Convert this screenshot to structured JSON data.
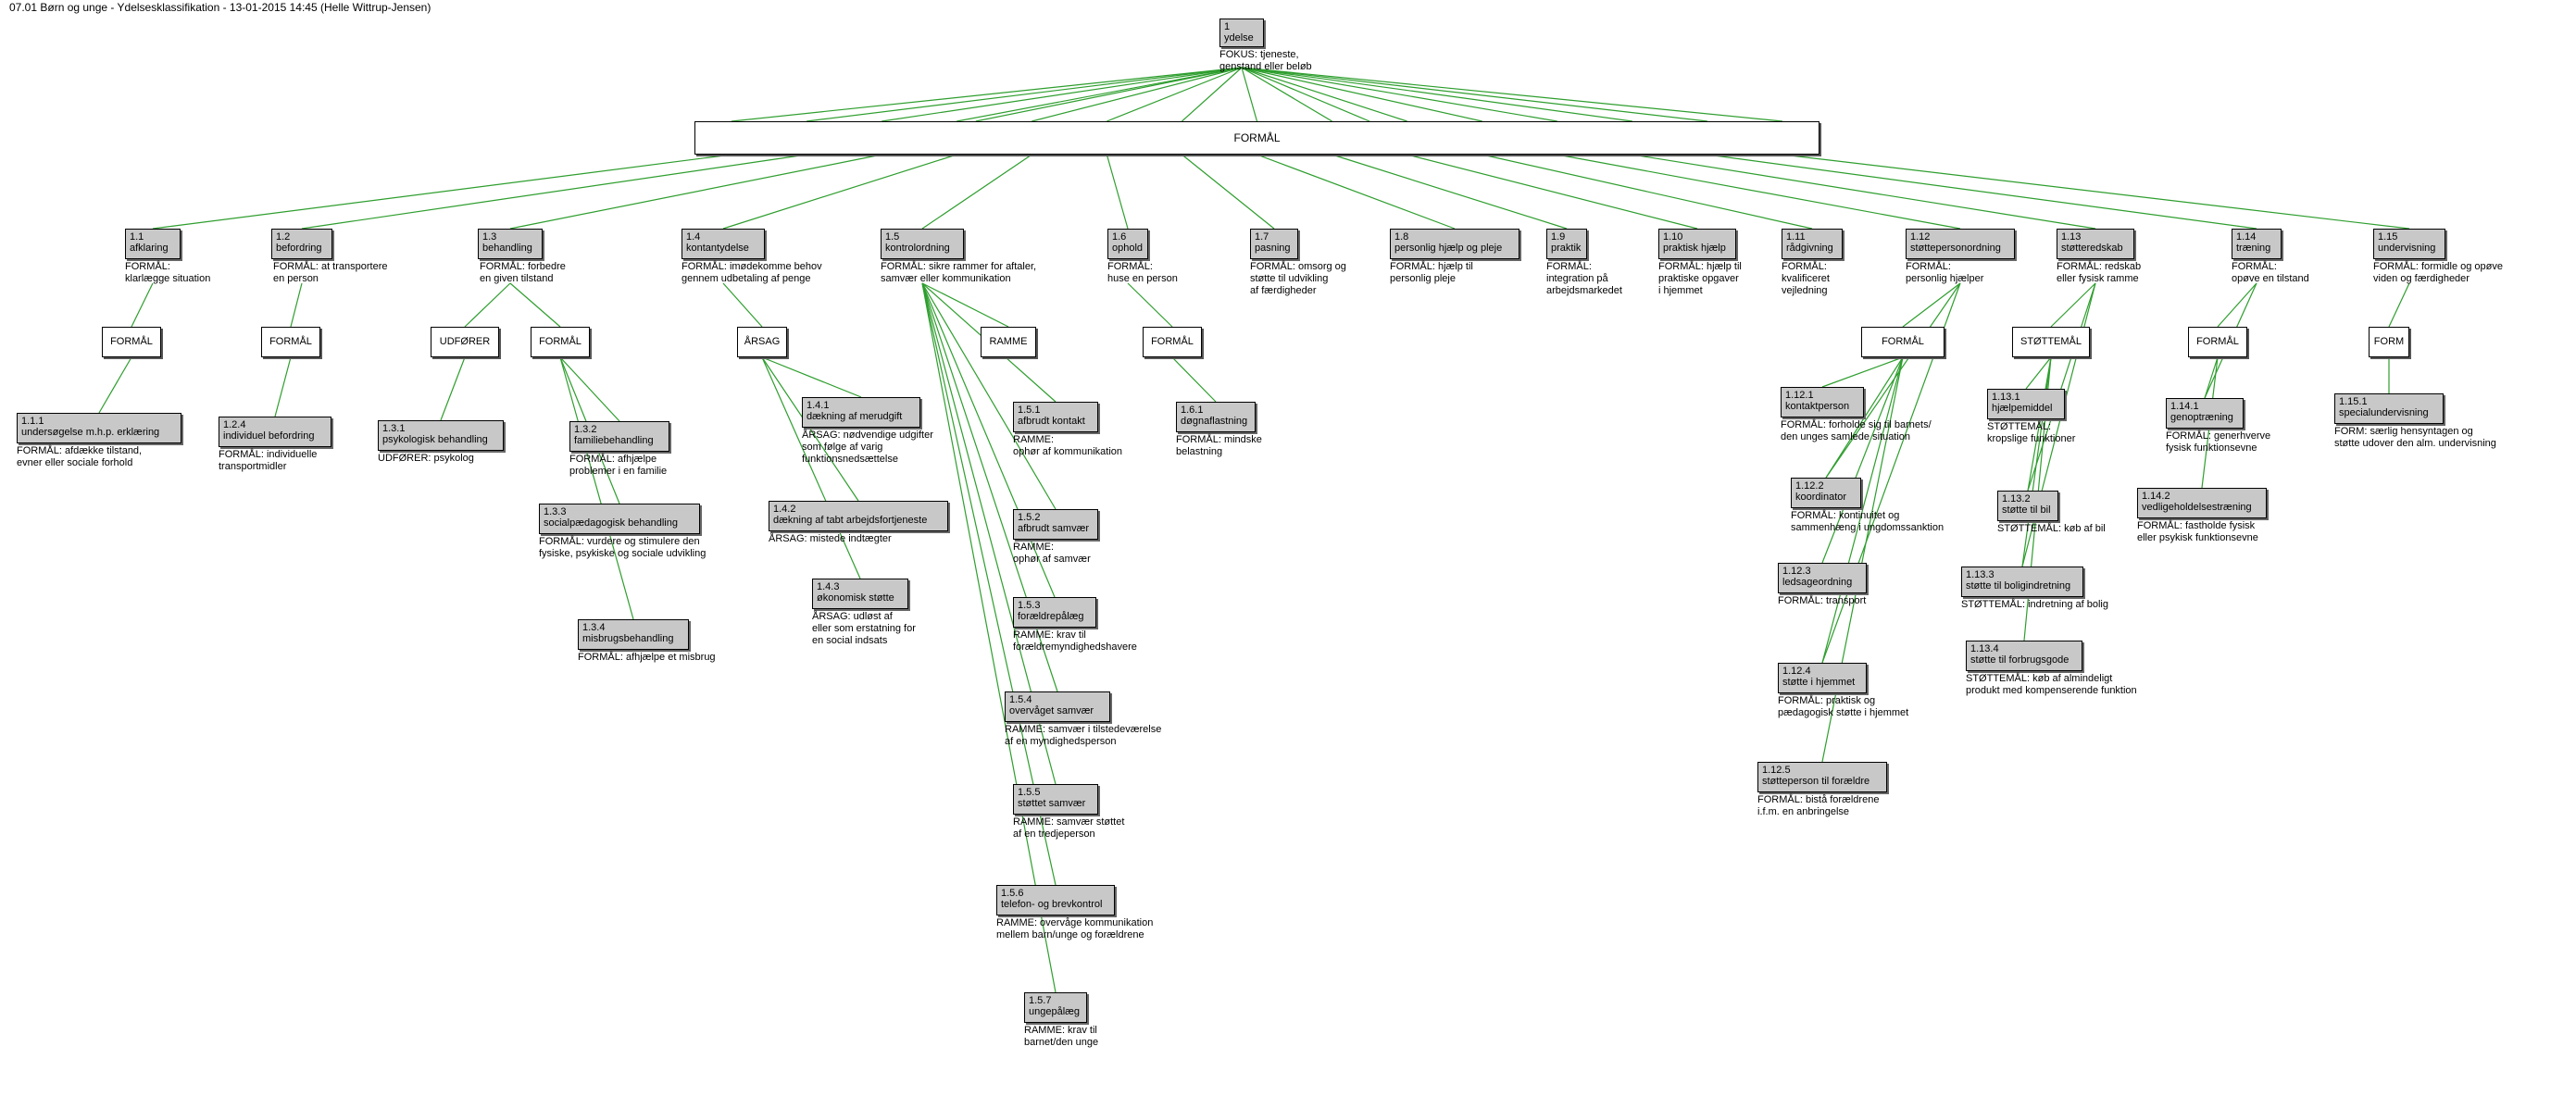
{
  "title": "07.01 Børn og unge - Ydelsesklassifikation - 13-01-2015 14:45 (Helle Wittrup-Jensen)",
  "line_color": "#2e9e2e",
  "node_fill": "#c8c8c8",
  "nodes": {
    "root": {
      "id": "1",
      "name": "ydelse",
      "desc": "FOKUS: tjeneste,\ngenstand eller beløb"
    },
    "formal_bar": {
      "label": "FORMÅL"
    },
    "n1_1": {
      "id": "1.1",
      "name": "afklaring",
      "desc": "FORMÅL:\nklarlægge situation"
    },
    "k1_1": {
      "label": "FORMÅL"
    },
    "n1_1_1": {
      "id": "1.1.1",
      "name": "undersøgelse m.h.p. erklæring",
      "desc": "FORMÅL: afdække tilstand,\nevner eller sociale forhold"
    },
    "n1_2": {
      "id": "1.2",
      "name": "befordring",
      "desc": "FORMÅL: at transportere\nen person"
    },
    "k1_2": {
      "label": "FORMÅL"
    },
    "n1_2_4": {
      "id": "1.2.4",
      "name": "individuel befordring",
      "desc": "FORMÅL: individuelle\ntransportmidler"
    },
    "n1_3": {
      "id": "1.3",
      "name": "behandling",
      "desc": "FORMÅL: forbedre\nen given tilstand"
    },
    "k1_3u": {
      "label": "UDFØRER"
    },
    "k1_3f": {
      "label": "FORMÅL"
    },
    "n1_3_1": {
      "id": "1.3.1",
      "name": "psykologisk behandling",
      "desc": "UDFØRER: psykolog"
    },
    "n1_3_2": {
      "id": "1.3.2",
      "name": "familiebehandling",
      "desc": "FORMÅL: afhjælpe\nproblemer i en familie"
    },
    "n1_3_3": {
      "id": "1.3.3",
      "name": "socialpædagogisk behandling",
      "desc": "FORMÅL: vurdere og stimulere den\nfysiske, psykiske og sociale udvikling"
    },
    "n1_3_4": {
      "id": "1.3.4",
      "name": "misbrugsbehandling",
      "desc": "FORMÅL: afhjælpe et misbrug"
    },
    "n1_4": {
      "id": "1.4",
      "name": "kontantydelse",
      "desc": "FORMÅL: imødekomme behov\ngennem udbetaling af penge"
    },
    "k1_4": {
      "label": "ÅRSAG"
    },
    "n1_4_1": {
      "id": "1.4.1",
      "name": "dækning af merudgift",
      "desc": "ÅRSAG: nødvendige udgifter\nsom følge af varig\nfunktionsnedsættelse"
    },
    "n1_4_2": {
      "id": "1.4.2",
      "name": "dækning af tabt arbejdsfortjeneste",
      "desc": "ÅRSAG: mistede indtægter"
    },
    "n1_4_3": {
      "id": "1.4.3",
      "name": "økonomisk støtte",
      "desc": "ÅRSAG: udløst af\neller som erstatning for\nen social indsats"
    },
    "n1_5": {
      "id": "1.5",
      "name": "kontrolordning",
      "desc": "FORMÅL: sikre rammer for aftaler,\nsamvær eller kommunikation"
    },
    "k1_5": {
      "label": "RAMME"
    },
    "n1_5_1": {
      "id": "1.5.1",
      "name": "afbrudt kontakt",
      "desc": "RAMME:\nophør af kommunikation"
    },
    "n1_5_2": {
      "id": "1.5.2",
      "name": "afbrudt samvær",
      "desc": "RAMME:\nophør af samvær"
    },
    "n1_5_3": {
      "id": "1.5.3",
      "name": "forældrepålæg",
      "desc": "RAMME: krav til\nforældremyndighedshavere"
    },
    "n1_5_4": {
      "id": "1.5.4",
      "name": "overvåget samvær",
      "desc": "RAMME: samvær i tilstedeværelse\naf en myndighedsperson"
    },
    "n1_5_5": {
      "id": "1.5.5",
      "name": "støttet samvær",
      "desc": "RAMME: samvær støttet\naf en tredjeperson"
    },
    "n1_5_6": {
      "id": "1.5.6",
      "name": "telefon- og brevkontrol",
      "desc": "RAMME: overvåge kommunikation\nmellem barn/unge og forældrene"
    },
    "n1_5_7": {
      "id": "1.5.7",
      "name": "ungepålæg",
      "desc": "RAMME: krav til\nbarnet/den unge"
    },
    "n1_6": {
      "id": "1.6",
      "name": "ophold",
      "desc": "FORMÅL:\nhuse en person"
    },
    "k1_6": {
      "label": "FORMÅL"
    },
    "n1_6_1": {
      "id": "1.6.1",
      "name": "døgnaflastning",
      "desc": "FORMÅL: mindske\nbelastning"
    },
    "n1_7": {
      "id": "1.7",
      "name": "pasning",
      "desc": "FORMÅL: omsorg og\nstøtte til udvikling\naf færdigheder"
    },
    "n1_8": {
      "id": "1.8",
      "name": "personlig hjælp og pleje",
      "desc": "FORMÅL: hjælp til\npersonlig pleje"
    },
    "n1_9": {
      "id": "1.9",
      "name": "praktik",
      "desc": "FORMÅL:\nintegration på\narbejdsmarkedet"
    },
    "n1_10": {
      "id": "1.10",
      "name": "praktisk hjælp",
      "desc": "FORMÅL: hjælp til\npraktiske opgaver\ni hjemmet"
    },
    "n1_11": {
      "id": "1.11",
      "name": "rådgivning",
      "desc": "FORMÅL:\nkvalificeret\nvejledning"
    },
    "n1_12": {
      "id": "1.12",
      "name": "støttepersonordning",
      "desc": "FORMÅL:\npersonlig hjælper"
    },
    "k1_12": {
      "label": "FORMÅL"
    },
    "n1_12_1": {
      "id": "1.12.1",
      "name": "kontaktperson",
      "desc": "FORMÅL: forholde sig til barnets/\nden unges samlede situation"
    },
    "n1_12_2": {
      "id": "1.12.2",
      "name": "koordinator",
      "desc": "FORMÅL: kontinuitet og\nsammenhæng i ungdomssanktion"
    },
    "n1_12_3": {
      "id": "1.12.3",
      "name": "ledsageordning",
      "desc": "FORMÅL: transport"
    },
    "n1_12_4": {
      "id": "1.12.4",
      "name": "støtte i hjemmet",
      "desc": "FORMÅL: praktisk og\npædagogisk støtte i hjemmet"
    },
    "n1_12_5": {
      "id": "1.12.5",
      "name": "støtteperson til forældre",
      "desc": "FORMÅL: bistå forældrene\ni.f.m. en anbringelse"
    },
    "n1_13": {
      "id": "1.13",
      "name": "støtteredskab",
      "desc": "FORMÅL: redskab\neller fysisk ramme"
    },
    "k1_13": {
      "label": "STØTTEMÅL"
    },
    "n1_13_1": {
      "id": "1.13.1",
      "name": "hjælpemiddel",
      "desc": "STØTTEMÅL:\nkropslige funktioner"
    },
    "n1_13_2": {
      "id": "1.13.2",
      "name": "støtte til bil",
      "desc": "STØTTEMÅL: køb af bil"
    },
    "n1_13_3": {
      "id": "1.13.3",
      "name": "støtte til boligindretning",
      "desc": "STØTTEMÅL: indretning af bolig"
    },
    "n1_13_4": {
      "id": "1.13.4",
      "name": "støtte til forbrugsgode",
      "desc": "STØTTEMÅL: køb af almindeligt\nprodukt med kompenserende funktion"
    },
    "n1_14": {
      "id": "1.14",
      "name": "træning",
      "desc": "FORMÅL:\nopøve en tilstand"
    },
    "k1_14": {
      "label": "FORMÅL"
    },
    "n1_14_1": {
      "id": "1.14.1",
      "name": "genoptræning",
      "desc": "FORMÅL: generhverve\nfysisk funktionsevne"
    },
    "n1_14_2": {
      "id": "1.14.2",
      "name": "vedligeholdelsestræning",
      "desc": "FORMÅL: fastholde fysisk\neller psykisk funktionsevne"
    },
    "n1_15": {
      "id": "1.15",
      "name": "undervisning",
      "desc": "FORMÅL: formidle og opøve\nviden og færdigheder"
    },
    "k1_15": {
      "label": "FORM"
    },
    "n1_15_1": {
      "id": "1.15.1",
      "name": "specialundervisning",
      "desc": "FORM: særlig hensyntagen og\nstøtte udover den alm. undervisning"
    }
  }
}
